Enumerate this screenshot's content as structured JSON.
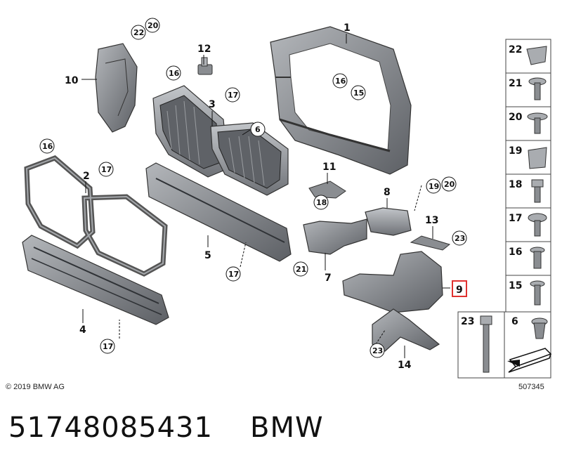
{
  "callouts": {
    "c1": "1",
    "c2": "2",
    "c3": "3",
    "c4": "4",
    "c5": "5",
    "c6": "6",
    "c7": "7",
    "c8": "8",
    "c9": "9",
    "c10": "10",
    "c11": "11",
    "c12": "12",
    "c13": "13",
    "c14": "14",
    "c16a": "16",
    "c16b": "16",
    "c16c": "16",
    "c15": "15",
    "c17a": "17",
    "c17b": "17",
    "c17c": "17",
    "c17d": "17",
    "c18": "18",
    "c19": "19",
    "c20a": "20",
    "c20b": "20",
    "c21": "21",
    "c22": "22",
    "c23a": "23",
    "c23b": "23"
  },
  "legend": {
    "items": [
      "22",
      "21",
      "20",
      "19",
      "18",
      "17",
      "16",
      "15"
    ],
    "bottom_left": "23",
    "bottom_right": "6"
  },
  "footer": {
    "copyright": "© 2019 BMW AG",
    "image_number": "507345"
  },
  "part_number": "51748085431",
  "brand": "BMW",
  "colors": {
    "highlight": "#e0312f",
    "part_fill": "#8a8d91",
    "part_dark": "#4a4d52"
  }
}
